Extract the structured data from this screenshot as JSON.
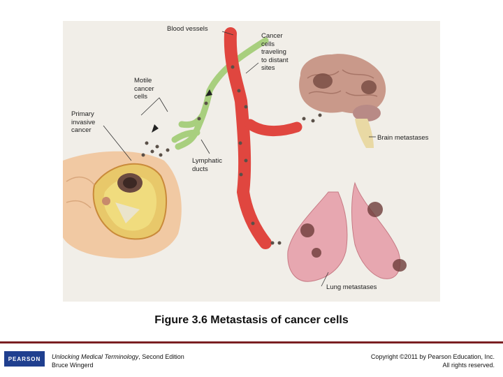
{
  "labels": {
    "blood_vessels": "Blood vessels",
    "cancer_cells_traveling": "Cancer\ncells\ntraveling\nto distant\nsites",
    "motile_cancer_cells": "Motile\ncancer\ncells",
    "primary_invasive_cancer": "Primary\ninvasive\ncancer",
    "lymphatic_ducts": "Lymphatic\nducts",
    "brain_metastases": "Brain metastases",
    "lung_metastases": "Lung metastases"
  },
  "caption": "Figure 3.6   Metastasis of cancer cells",
  "footer": {
    "logo": "PEARSON",
    "book_title": "Unlocking Medical Terminology",
    "book_edition": ", Second Edition",
    "author": "Bruce Wingerd",
    "copyright": "Copyright ©2011 by Pearson Education, Inc.",
    "rights": "All rights reserved."
  },
  "colors": {
    "panel": "#f1eee8",
    "blood_vessel": "#e0463f",
    "lymphatic": "#a8cf7e",
    "brain": "#c9998a",
    "lung": "#e7a7b0",
    "breast": "#f1c9a3",
    "footer_rule": "#7a1f22",
    "logo_bg": "#1f3f8f"
  }
}
